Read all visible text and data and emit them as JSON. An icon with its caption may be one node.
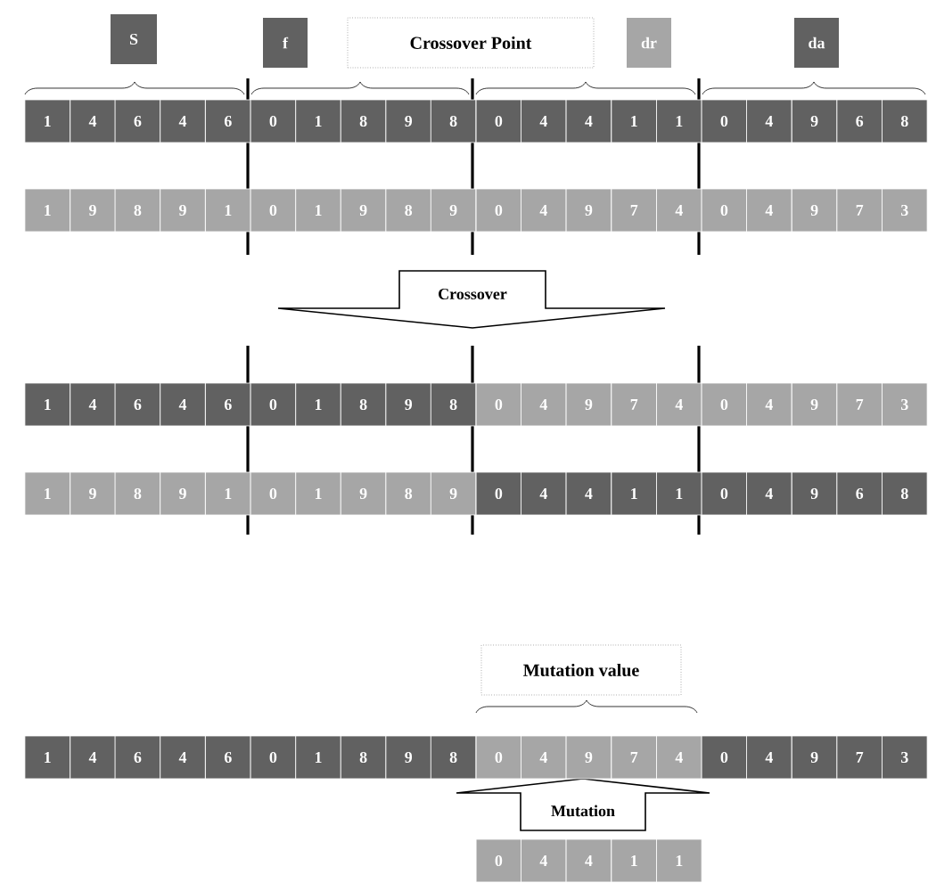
{
  "diagram": {
    "nodes": [
      {
        "text": [
          "S"
        ]
      },
      {
        "text": [
          "f"
        ]
      },
      {
        "text": [
          "Crossover Point"
        ]
      },
      {
        "text": [
          "dr"
        ]
      },
      {
        "text": [
          "da"
        ]
      },
      {
        "text": [
          "Crossover"
        ]
      },
      {
        "text": [
          "Mutation value"
        ]
      },
      {
        "text": [
          "Mutation"
        ]
      }
    ],
    "labels": [
      "1",
      "4",
      "6",
      "4",
      "6",
      "0",
      "1",
      "8",
      "9",
      "8",
      "0",
      "4",
      "4",
      "1",
      "1",
      "0",
      "4",
      "9",
      "6",
      "8",
      "1",
      "9",
      "8",
      "9",
      "1",
      "0",
      "1",
      "9",
      "8",
      "9",
      "0",
      "4",
      "9",
      "7",
      "4",
      "0",
      "4",
      "9",
      "7",
      "3",
      "1",
      "4",
      "6",
      "4",
      "6",
      "0",
      "1",
      "8",
      "9",
      "8",
      "0",
      "4",
      "9",
      "7",
      "4",
      "0",
      "4",
      "9",
      "7",
      "3",
      "1",
      "9",
      "8",
      "9",
      "1",
      "0",
      "1",
      "9",
      "8",
      "9",
      "0",
      "4",
      "4",
      "1",
      "1",
      "0",
      "4",
      "9",
      "6",
      "8",
      "1",
      "4",
      "6",
      "4",
      "6",
      "0",
      "1",
      "8",
      "9",
      "8",
      "0",
      "4",
      "9",
      "7",
      "4",
      "0",
      "4",
      "9",
      "7",
      "3",
      "0",
      "4",
      "4",
      "1",
      "1"
    ]
  }
}
